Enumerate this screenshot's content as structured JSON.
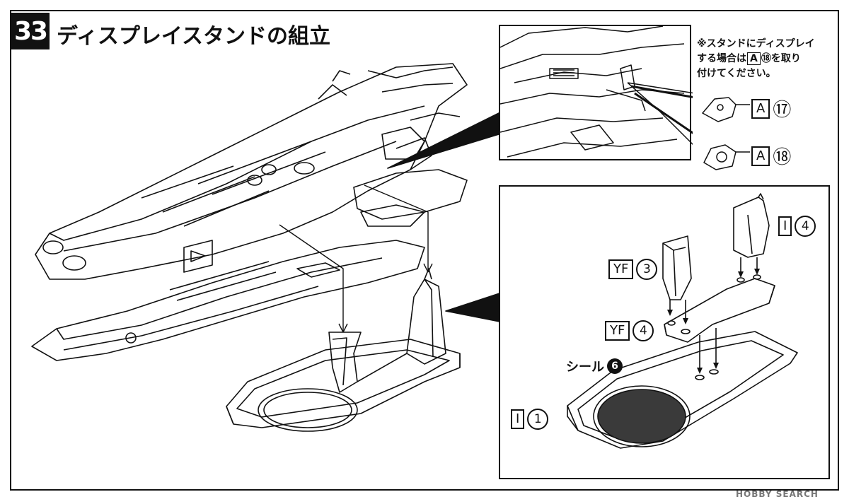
{
  "step": {
    "number": "33",
    "title": "ディスプレイスタンドの組立"
  },
  "note": {
    "line1": "※スタンドにディスプレイ",
    "line2_pre": "する場合は",
    "part_letter": "A",
    "part_number": "⑱",
    "line2_post": "を取り",
    "line3": "付けてください。"
  },
  "parts": {
    "a17": {
      "letter": "A",
      "number": "⑰"
    },
    "a18": {
      "letter": "A",
      "number": "⑱"
    },
    "i4": {
      "letter": "I",
      "number": "4"
    },
    "yf3": {
      "letter": "YF",
      "number": "3"
    },
    "yf4": {
      "letter": "YF",
      "number": "4"
    },
    "i1": {
      "letter": "I",
      "number": "1"
    }
  },
  "seal": {
    "label": "シール",
    "number": "6"
  },
  "watermark": "HOBBY SEARCH",
  "colors": {
    "ink": "#111111",
    "seal_fill": "#3a3a3a",
    "paper": "#ffffff"
  }
}
